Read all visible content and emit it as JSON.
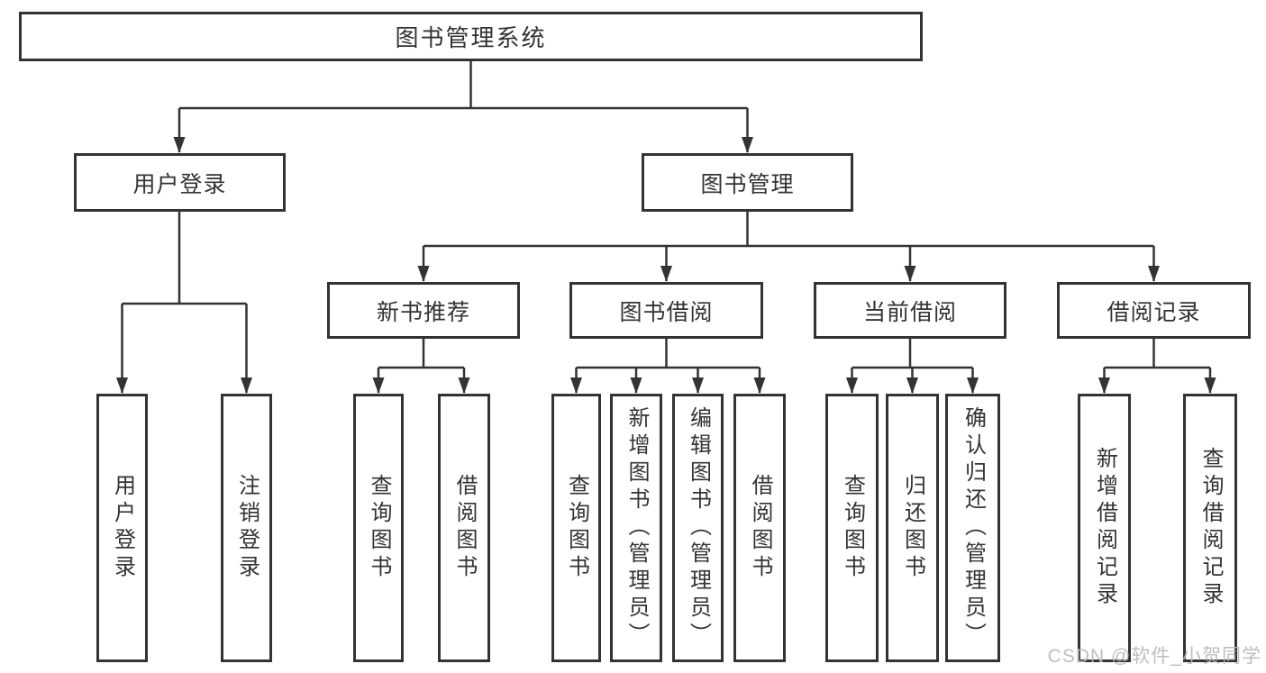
{
  "diagram": {
    "root": {
      "label": "图书管理系统"
    },
    "branches": [
      {
        "label": "用户登录",
        "children": [
          {
            "label": "用户登录"
          },
          {
            "label": "注销登录"
          }
        ]
      },
      {
        "label": "图书管理",
        "sections": [
          {
            "label": "新书推荐",
            "children": [
              {
                "label": "查询图书"
              },
              {
                "label": "借阅图书"
              }
            ]
          },
          {
            "label": "图书借阅",
            "children": [
              {
                "label": "查询图书"
              },
              {
                "label": "新增图书（管理员）"
              },
              {
                "label": "编辑图书（管理员）"
              },
              {
                "label": "借阅图书"
              }
            ]
          },
          {
            "label": "当前借阅",
            "children": [
              {
                "label": "查询图书"
              },
              {
                "label": "归还图书"
              },
              {
                "label": "确认归还（管理员）"
              }
            ]
          },
          {
            "label": "借阅记录",
            "children": [
              {
                "label": "新增借阅记录"
              },
              {
                "label": "查询借阅记录"
              }
            ]
          }
        ]
      }
    ]
  },
  "watermark": {
    "text": "CSDN @软件_小贺同学"
  },
  "colors": {
    "line": "#333333",
    "text": "#333333",
    "background": "#ffffff",
    "watermark": "#b9b9b9"
  }
}
